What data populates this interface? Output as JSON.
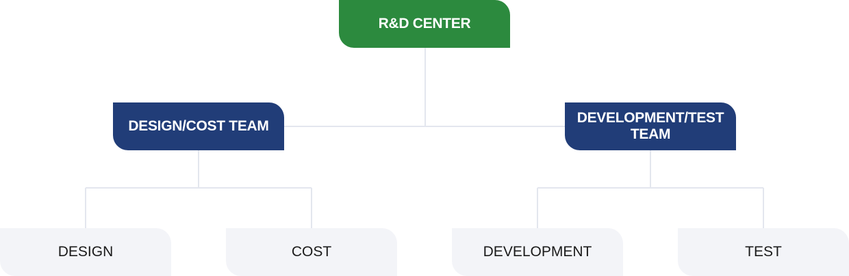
{
  "org": {
    "root": "R&D CENTER",
    "left_team": {
      "label": "DESIGN/COST TEAM",
      "children": [
        "DESIGN",
        "COST"
      ]
    },
    "right_team": {
      "label": "DEVELOPMENT/TEST TEAM",
      "children": [
        "DEVELOPMENT",
        "TEST"
      ]
    }
  },
  "colors": {
    "root": "#2c8a3e",
    "team": "#213d78",
    "leaf": "#f3f4f8",
    "connector": "#e3e6ee"
  }
}
